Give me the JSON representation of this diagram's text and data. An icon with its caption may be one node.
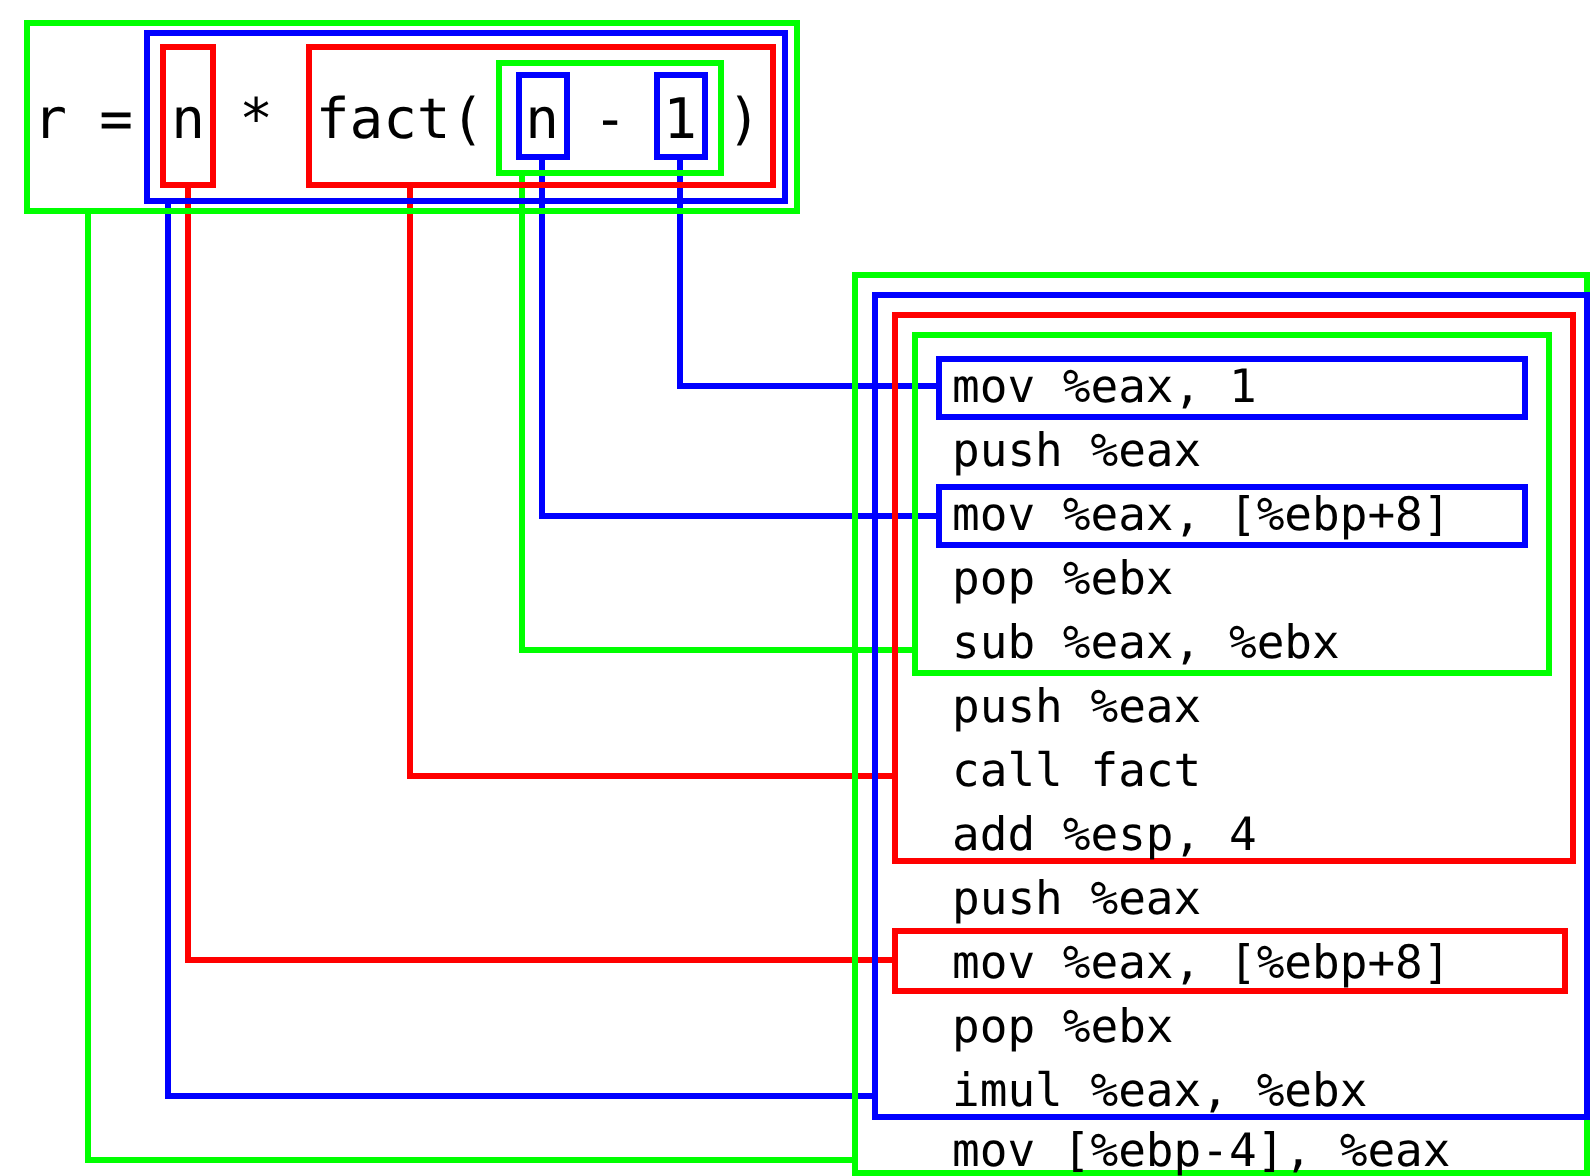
{
  "diagram": {
    "nodes": [
      {
        "text": [
          "r",
          "="
        ]
      },
      {
        "text": [
          "*"
        ],
        "in": 0
      },
      {
        "text": [
          "n"
        ],
        "in": 1
      },
      {
        "text": [
          "fact(",
          ")"
        ],
        "in": 1
      },
      {
        "text": [
          "-"
        ],
        "in": 3
      },
      {
        "text": [
          "n"
        ],
        "in": 4
      },
      {
        "text": [
          "1"
        ],
        "in": 4
      },
      {
        "text": [
          "mov [%ebp-4], %eax"
        ]
      },
      {
        "text": [
          "push %eax",
          "pop %ebx",
          "imul %eax, %ebx"
        ],
        "in": 7
      },
      {
        "text": [
          "push %eax",
          "call fact",
          "add %esp, 4"
        ],
        "in": 8
      },
      {
        "text": [
          "push %eax",
          "pop %ebx",
          "sub %eax, %ebx"
        ],
        "in": 9
      },
      {
        "text": [
          "mov %eax, 1"
        ],
        "in": 10
      },
      {
        "text": [
          "mov %eax, [%ebp+8]"
        ],
        "in": 10
      },
      {
        "text": [
          "mov %eax, [%ebp+8]"
        ],
        "in": 8
      }
    ],
    "edges": [
      {
        "from": 6,
        "to": 11,
        "arrow": "none",
        "color": "#0000ff"
      },
      {
        "from": 5,
        "to": 12,
        "arrow": "none",
        "color": "#0000ff"
      },
      {
        "from": 4,
        "to": 10,
        "arrow": "none",
        "color": "#00ff00"
      },
      {
        "from": 3,
        "to": 9,
        "arrow": "none",
        "color": "#ff0000"
      },
      {
        "from": 2,
        "to": 13,
        "arrow": "none",
        "color": "#ff0000"
      },
      {
        "from": 1,
        "to": 8,
        "arrow": "none",
        "color": "#0000ff"
      },
      {
        "from": 0,
        "to": 7,
        "arrow": "none",
        "color": "#00ff00"
      }
    ]
  }
}
